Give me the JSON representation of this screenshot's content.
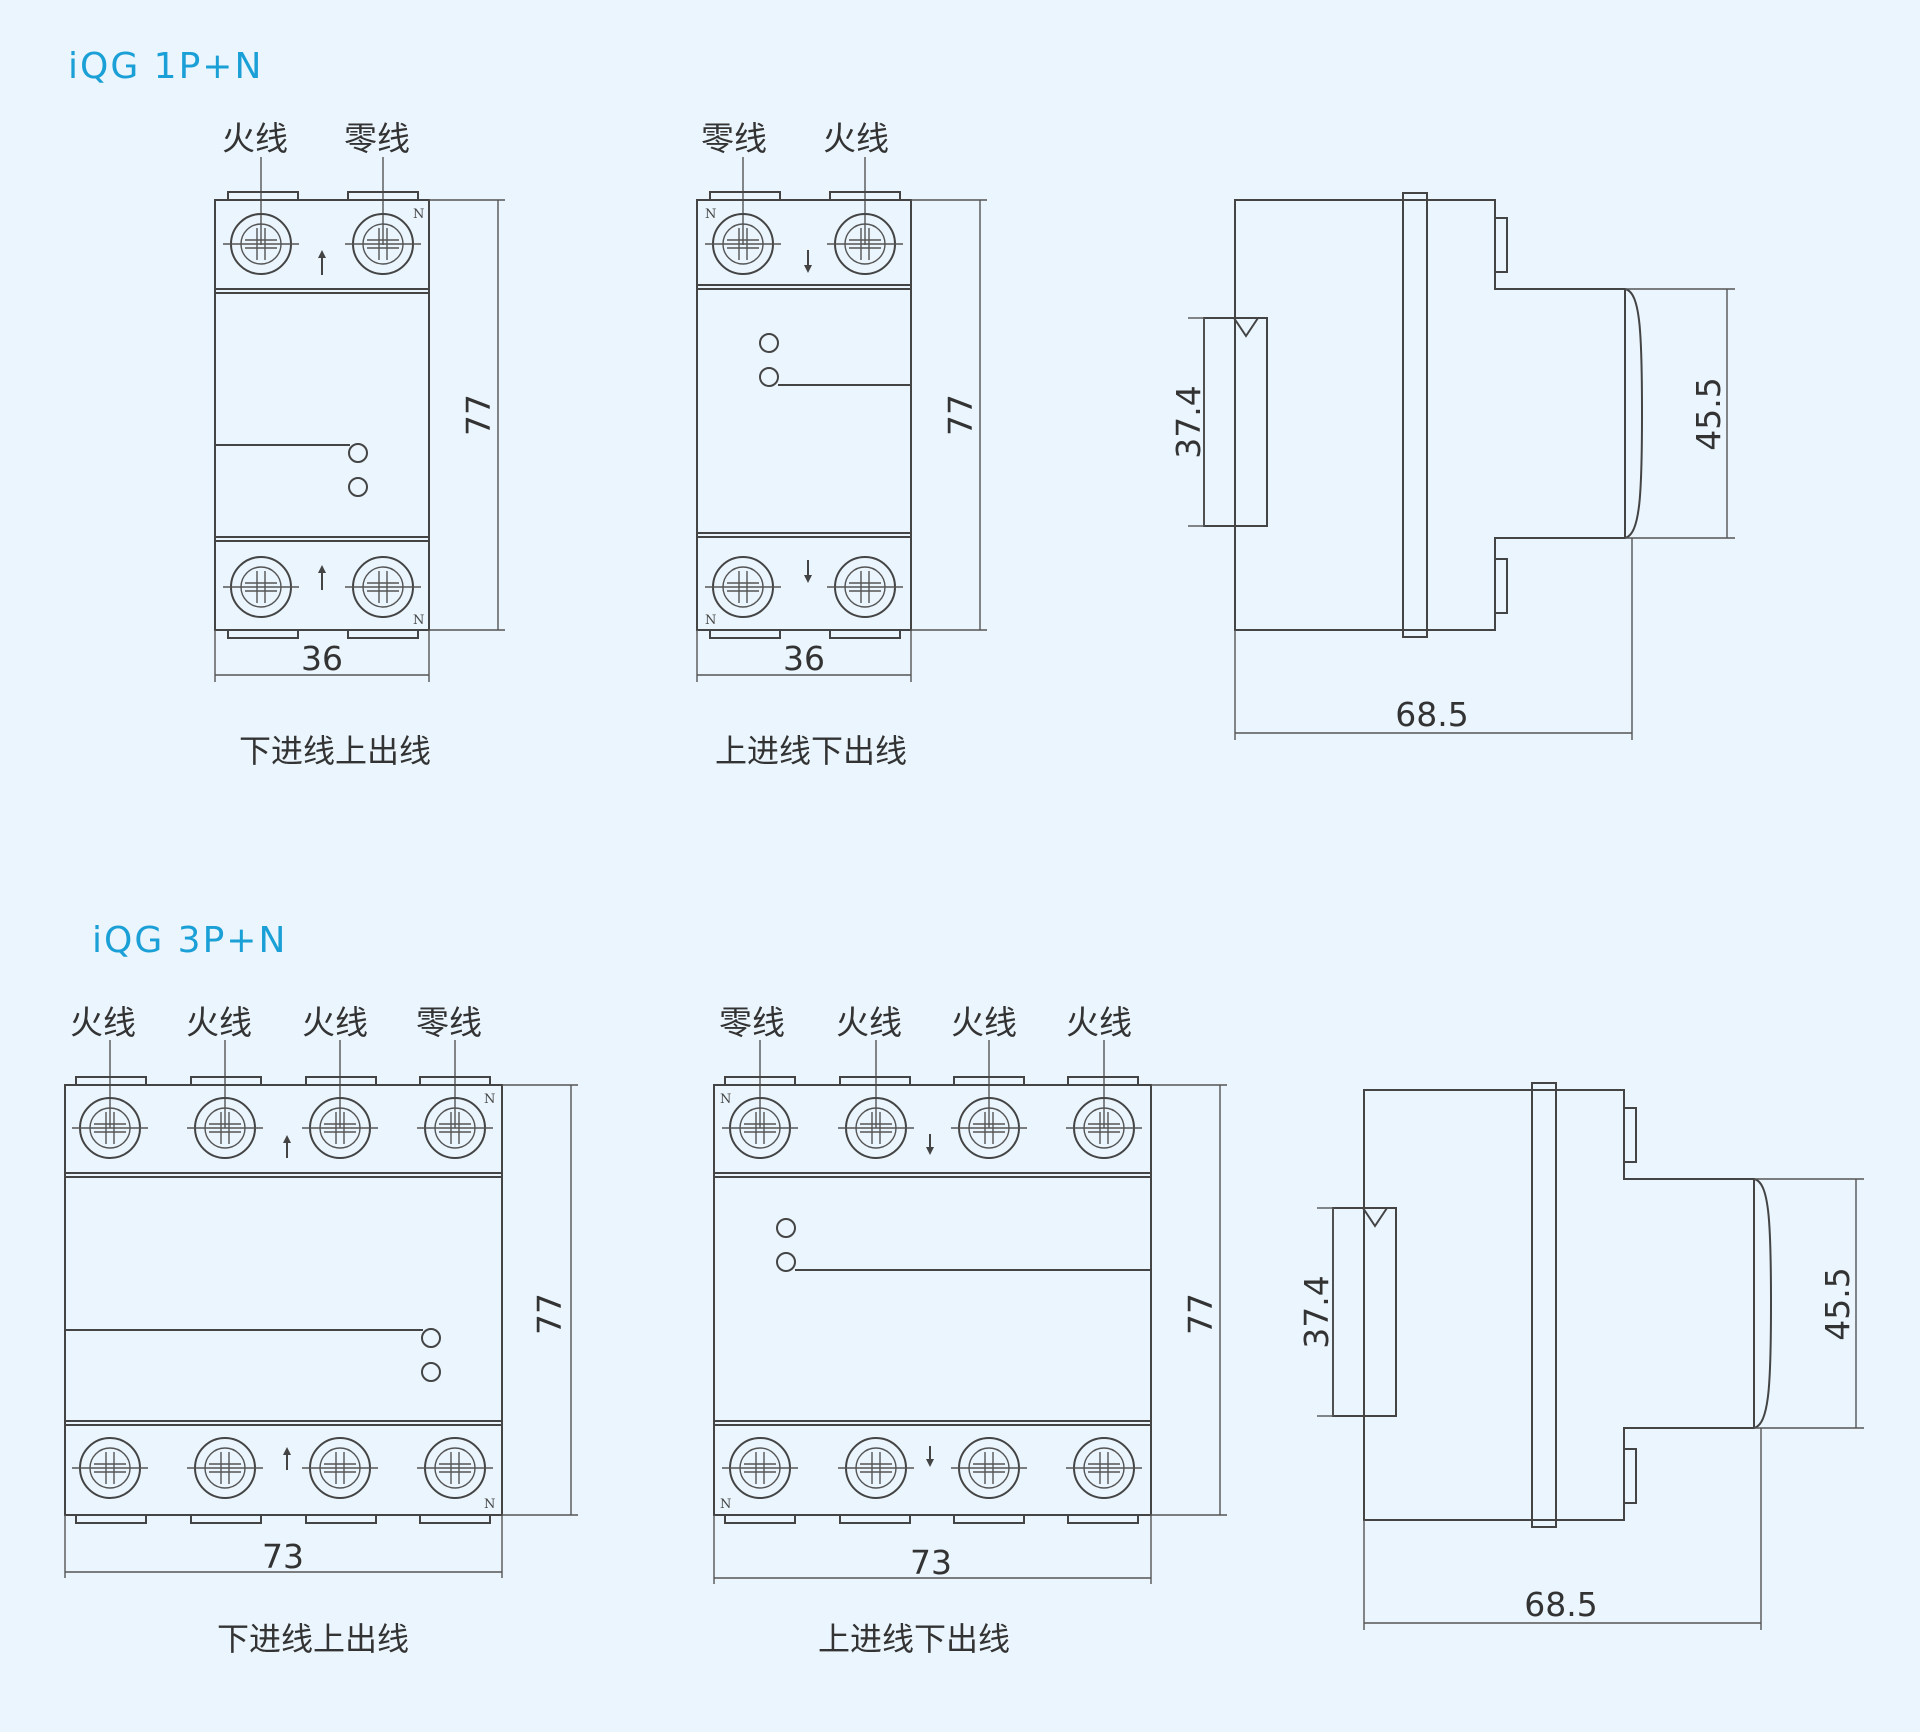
{
  "sections": [
    {
      "title": "iQG 1P+N",
      "front_views": [
        {
          "wire_labels": [
            "火线",
            "零线"
          ],
          "caption": "下进线上出线",
          "width": "36",
          "height": "77",
          "arrow": "up"
        },
        {
          "wire_labels": [
            "零线",
            "火线"
          ],
          "caption": "上进线下出线",
          "width": "36",
          "height": "77",
          "arrow": "down"
        }
      ],
      "side_view": {
        "depth": "68.5",
        "rail_height": "37.4",
        "front_height": "45.5"
      }
    },
    {
      "title": "iQG 3P+N",
      "front_views": [
        {
          "wire_labels": [
            "火线",
            "火线",
            "火线",
            "零线"
          ],
          "caption": "下进线上出线",
          "width": "73",
          "height": "77",
          "arrow": "up"
        },
        {
          "wire_labels": [
            "零线",
            "火线",
            "火线",
            "火线"
          ],
          "caption": "上进线下出线",
          "width": "73",
          "height": "77",
          "arrow": "down"
        }
      ],
      "side_view": {
        "depth": "68.5",
        "rail_height": "37.4",
        "front_height": "45.5"
      }
    }
  ],
  "neutral_mark": "N",
  "colors": {
    "background": "#eaf5fd",
    "title": "#1aa0d6",
    "line": "#444444"
  }
}
